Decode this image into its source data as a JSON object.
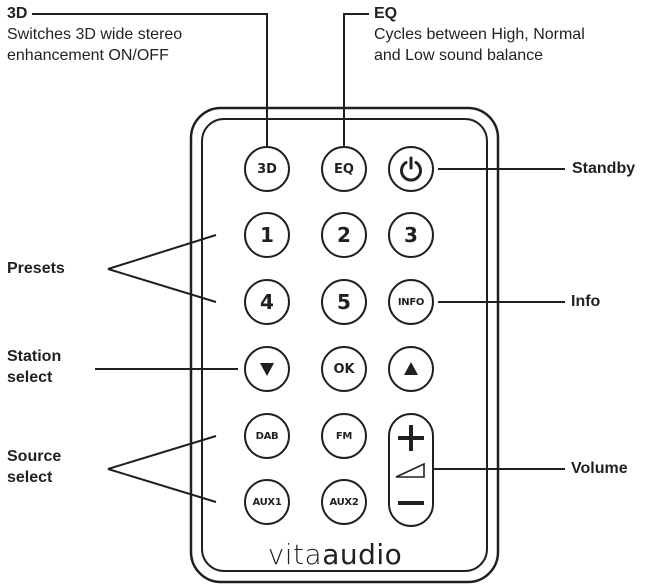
{
  "callouts": {
    "three_d": {
      "title": "3D",
      "description_line1": "Switches 3D wide stereo",
      "description_line2": "enhancement ON/OFF"
    },
    "eq": {
      "title": "EQ",
      "description_line1": "Cycles between High, Normal",
      "description_line2": "and Low sound balance"
    },
    "standby": "Standby",
    "presets": "Presets",
    "info": "Info",
    "station_select_line1": "Station",
    "station_select_line2": "select",
    "source_select_line1": "Source",
    "source_select_line2": "select",
    "volume": "Volume"
  },
  "remote": {
    "brand_light": "vita",
    "brand_regular": "audio",
    "buttons": {
      "three_d": "3D",
      "eq": "EQ",
      "preset_1": "1",
      "preset_2": "2",
      "preset_3": "3",
      "preset_4": "4",
      "preset_5": "5",
      "info": "INFO",
      "ok": "OK",
      "dab": "DAB",
      "fm": "FM",
      "aux1": "AUX1",
      "aux2": "AUX2"
    },
    "icons": [
      "power-icon",
      "triangle-down-icon",
      "triangle-up-icon",
      "plus-icon",
      "volume-ramp-icon",
      "minus-icon"
    ]
  }
}
